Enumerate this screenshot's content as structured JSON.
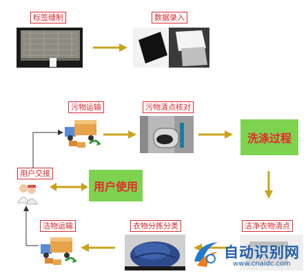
{
  "labels": {
    "tag_sewing": "标签缝制",
    "data_entry": "数据录入",
    "dirty_transport": "污物运输",
    "dirty_check": "污物清点核对",
    "washing": "洗涤过程",
    "user_handover": "用户交接",
    "user_use": "用户使用",
    "clean_transport": "洁物运输",
    "sorting": "衣物分拣分类",
    "clean_count": "洁净衣物清点"
  },
  "watermark": {
    "title": "自动识别网",
    "url": "www.cnaidc.com"
  },
  "colors": {
    "label_border": "#d9272d",
    "green_box": "#7dd34f",
    "green_text": "#e8262c",
    "arrow": "#c9a21c"
  }
}
